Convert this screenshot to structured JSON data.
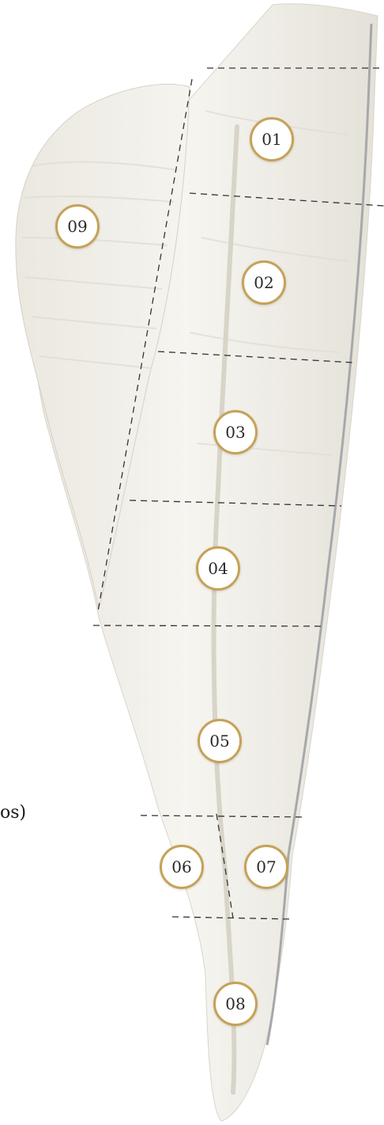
{
  "diagram": {
    "subject": "fish-fillet-cut-map",
    "marker_border_color": "#c6a256",
    "fillet_color": "#f2f0ea",
    "divider_color": "#333333",
    "cuts": [
      {
        "id": "01",
        "label": "01"
      },
      {
        "id": "02",
        "label": "02"
      },
      {
        "id": "03",
        "label": "03"
      },
      {
        "id": "04",
        "label": "04"
      },
      {
        "id": "05",
        "label": "05"
      },
      {
        "id": "06",
        "label": "06"
      },
      {
        "id": "07",
        "label": "07"
      },
      {
        "id": "08",
        "label": "08"
      },
      {
        "id": "09",
        "label": "09"
      }
    ],
    "cropped_text": "os)"
  }
}
